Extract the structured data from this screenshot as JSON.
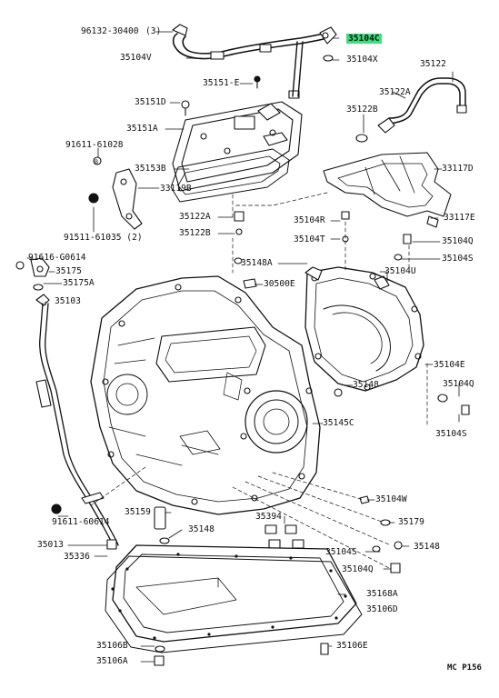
{
  "colors": {
    "ink": "#111111",
    "highlight": "#39e07a",
    "background": "#ffffff"
  },
  "diagram": {
    "highlighted_part": "35104C",
    "footer_code": "MC P156",
    "parts": {
      "p96132_30400": "96132-30400",
      "qty3": "(3)",
      "p35104C": "35104C",
      "p35104V": "35104V",
      "p35104X": "35104X",
      "p35122": "35122",
      "p35151E": "35151-E",
      "p35122A_top": "35122A",
      "p35151D": "35151D",
      "p35122B_top": "35122B",
      "p35151A": "35151A",
      "p91611_61028": "91611-61028",
      "p33117D": "33117D",
      "p35153B": "35153B",
      "p33119B": "33119B",
      "p35122A": "35122A",
      "p35104R": "35104R",
      "p33117E": "33117E",
      "p91511_61035": "91511-61035 (2)",
      "p35122B": "35122B",
      "p35104T": "35104T",
      "p35104Q_top": "35104Q",
      "p91616_G0614": "91616-G0614",
      "p35148A": "35148A",
      "p35104S_top": "35104S",
      "p35175": "35175",
      "p35104U": "35104U",
      "p35175A": "35175A",
      "p30500E": "30500E",
      "p35103": "35103",
      "p35104E": "35104E",
      "p35104Q_mid": "35104Q",
      "p35148_mid": "35148",
      "p35145C": "35145C",
      "p35104S_mid": "35104S",
      "p35104W": "35104W",
      "p35394": "35394",
      "p91611_60614": "91611-60614",
      "p35159": "35159",
      "p35179": "35179",
      "p35148_low": "35148",
      "p35148_right": "35148",
      "p35013": "35013",
      "p35336": "35336",
      "p35104S_low": "35104S",
      "p35104Q_low": "35104Q",
      "p35168A": "35168A",
      "p35106D": "35106D",
      "p35106B": "35106B",
      "p35106E": "35106E",
      "p35106A": "35106A"
    }
  }
}
